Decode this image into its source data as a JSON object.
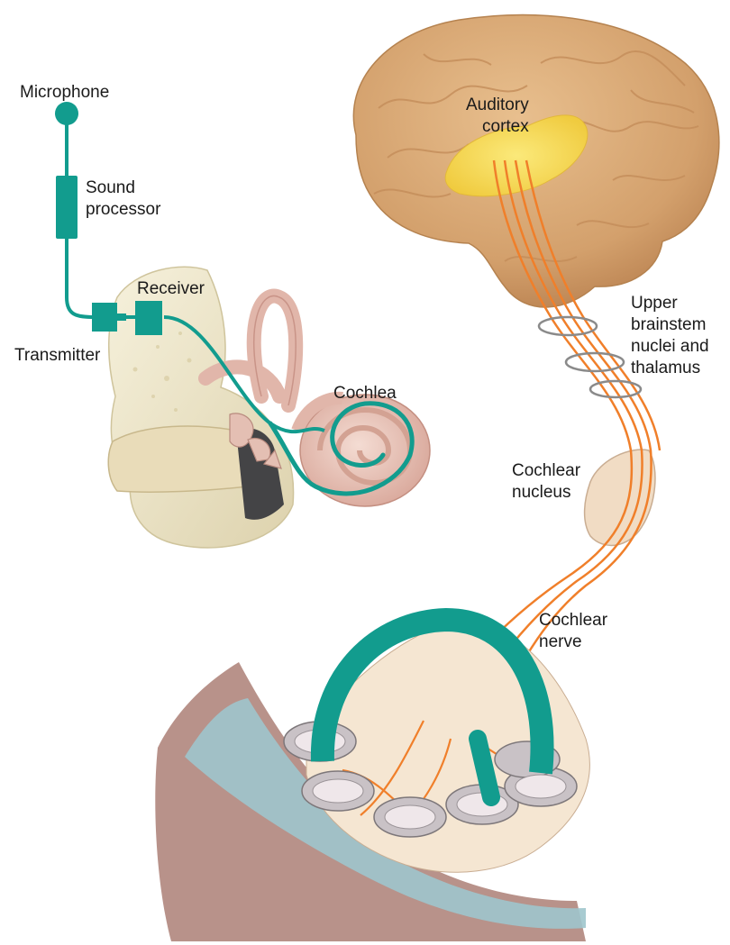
{
  "labels": {
    "microphone": "Microphone",
    "sound_processor_1": "Sound",
    "sound_processor_2": "processor",
    "receiver": "Receiver",
    "transmitter": "Transmitter",
    "cochlea": "Cochlea",
    "auditory_cortex_1": "Auditory",
    "auditory_cortex_2": "cortex",
    "upper_brainstem_1": "Upper",
    "upper_brainstem_2": "brainstem",
    "upper_brainstem_3": "nuclei and",
    "upper_brainstem_4": "thalamus",
    "cochlear_nucleus_1": "Cochlear",
    "cochlear_nucleus_2": "nucleus",
    "cochlear_nerve_1": "Cochlear",
    "cochlear_nerve_2": "nerve"
  },
  "colors": {
    "implant": "#129c8e",
    "nerve": "#f07f2a",
    "brain": "#d9a877",
    "cortex": "#f3d64a",
    "bone": "#efe8cc",
    "tissue": "#b8928a",
    "cochlea": "#e8c3b8",
    "fluid": "#9ec5cc"
  }
}
